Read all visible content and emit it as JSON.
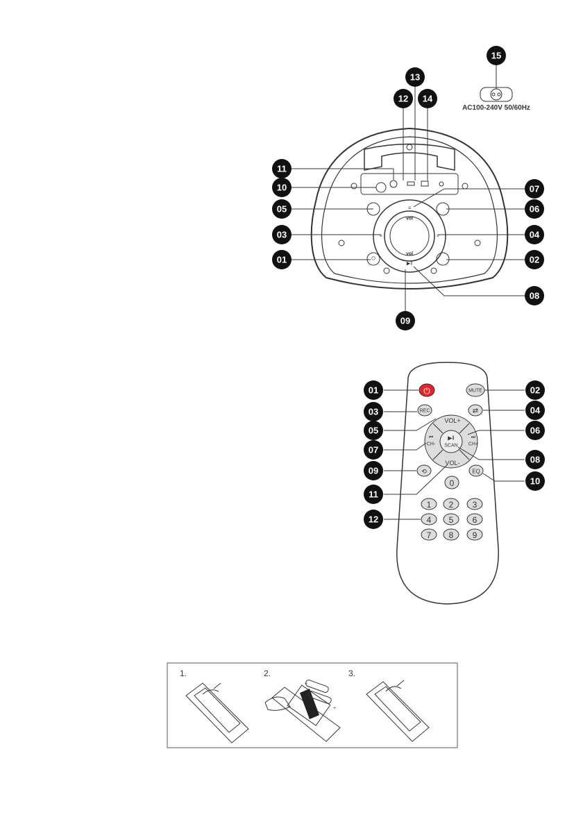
{
  "speaker": {
    "callouts": [
      "01",
      "02",
      "03",
      "04",
      "05",
      "06",
      "07",
      "08",
      "09",
      "10",
      "11",
      "12",
      "13",
      "14",
      "15"
    ],
    "power_spec": "AC100-240V 50/60Hz"
  },
  "remote": {
    "callouts": [
      "01",
      "02",
      "03",
      "04",
      "05",
      "06",
      "07",
      "08",
      "09",
      "10",
      "11",
      "12"
    ],
    "buttons": {
      "mute": "MUTE",
      "rec": "REC",
      "vol_plus": "VOL+",
      "vol_minus": "VOL-",
      "ch_minus": "CH-",
      "ch_plus": "CH+",
      "scan": "SCAN",
      "eq": "EQ"
    },
    "numbers": [
      "0",
      "1",
      "2",
      "3",
      "4",
      "5",
      "6",
      "7",
      "8",
      "9"
    ]
  },
  "battery": {
    "steps": [
      "1.",
      "2.",
      "3."
    ]
  }
}
